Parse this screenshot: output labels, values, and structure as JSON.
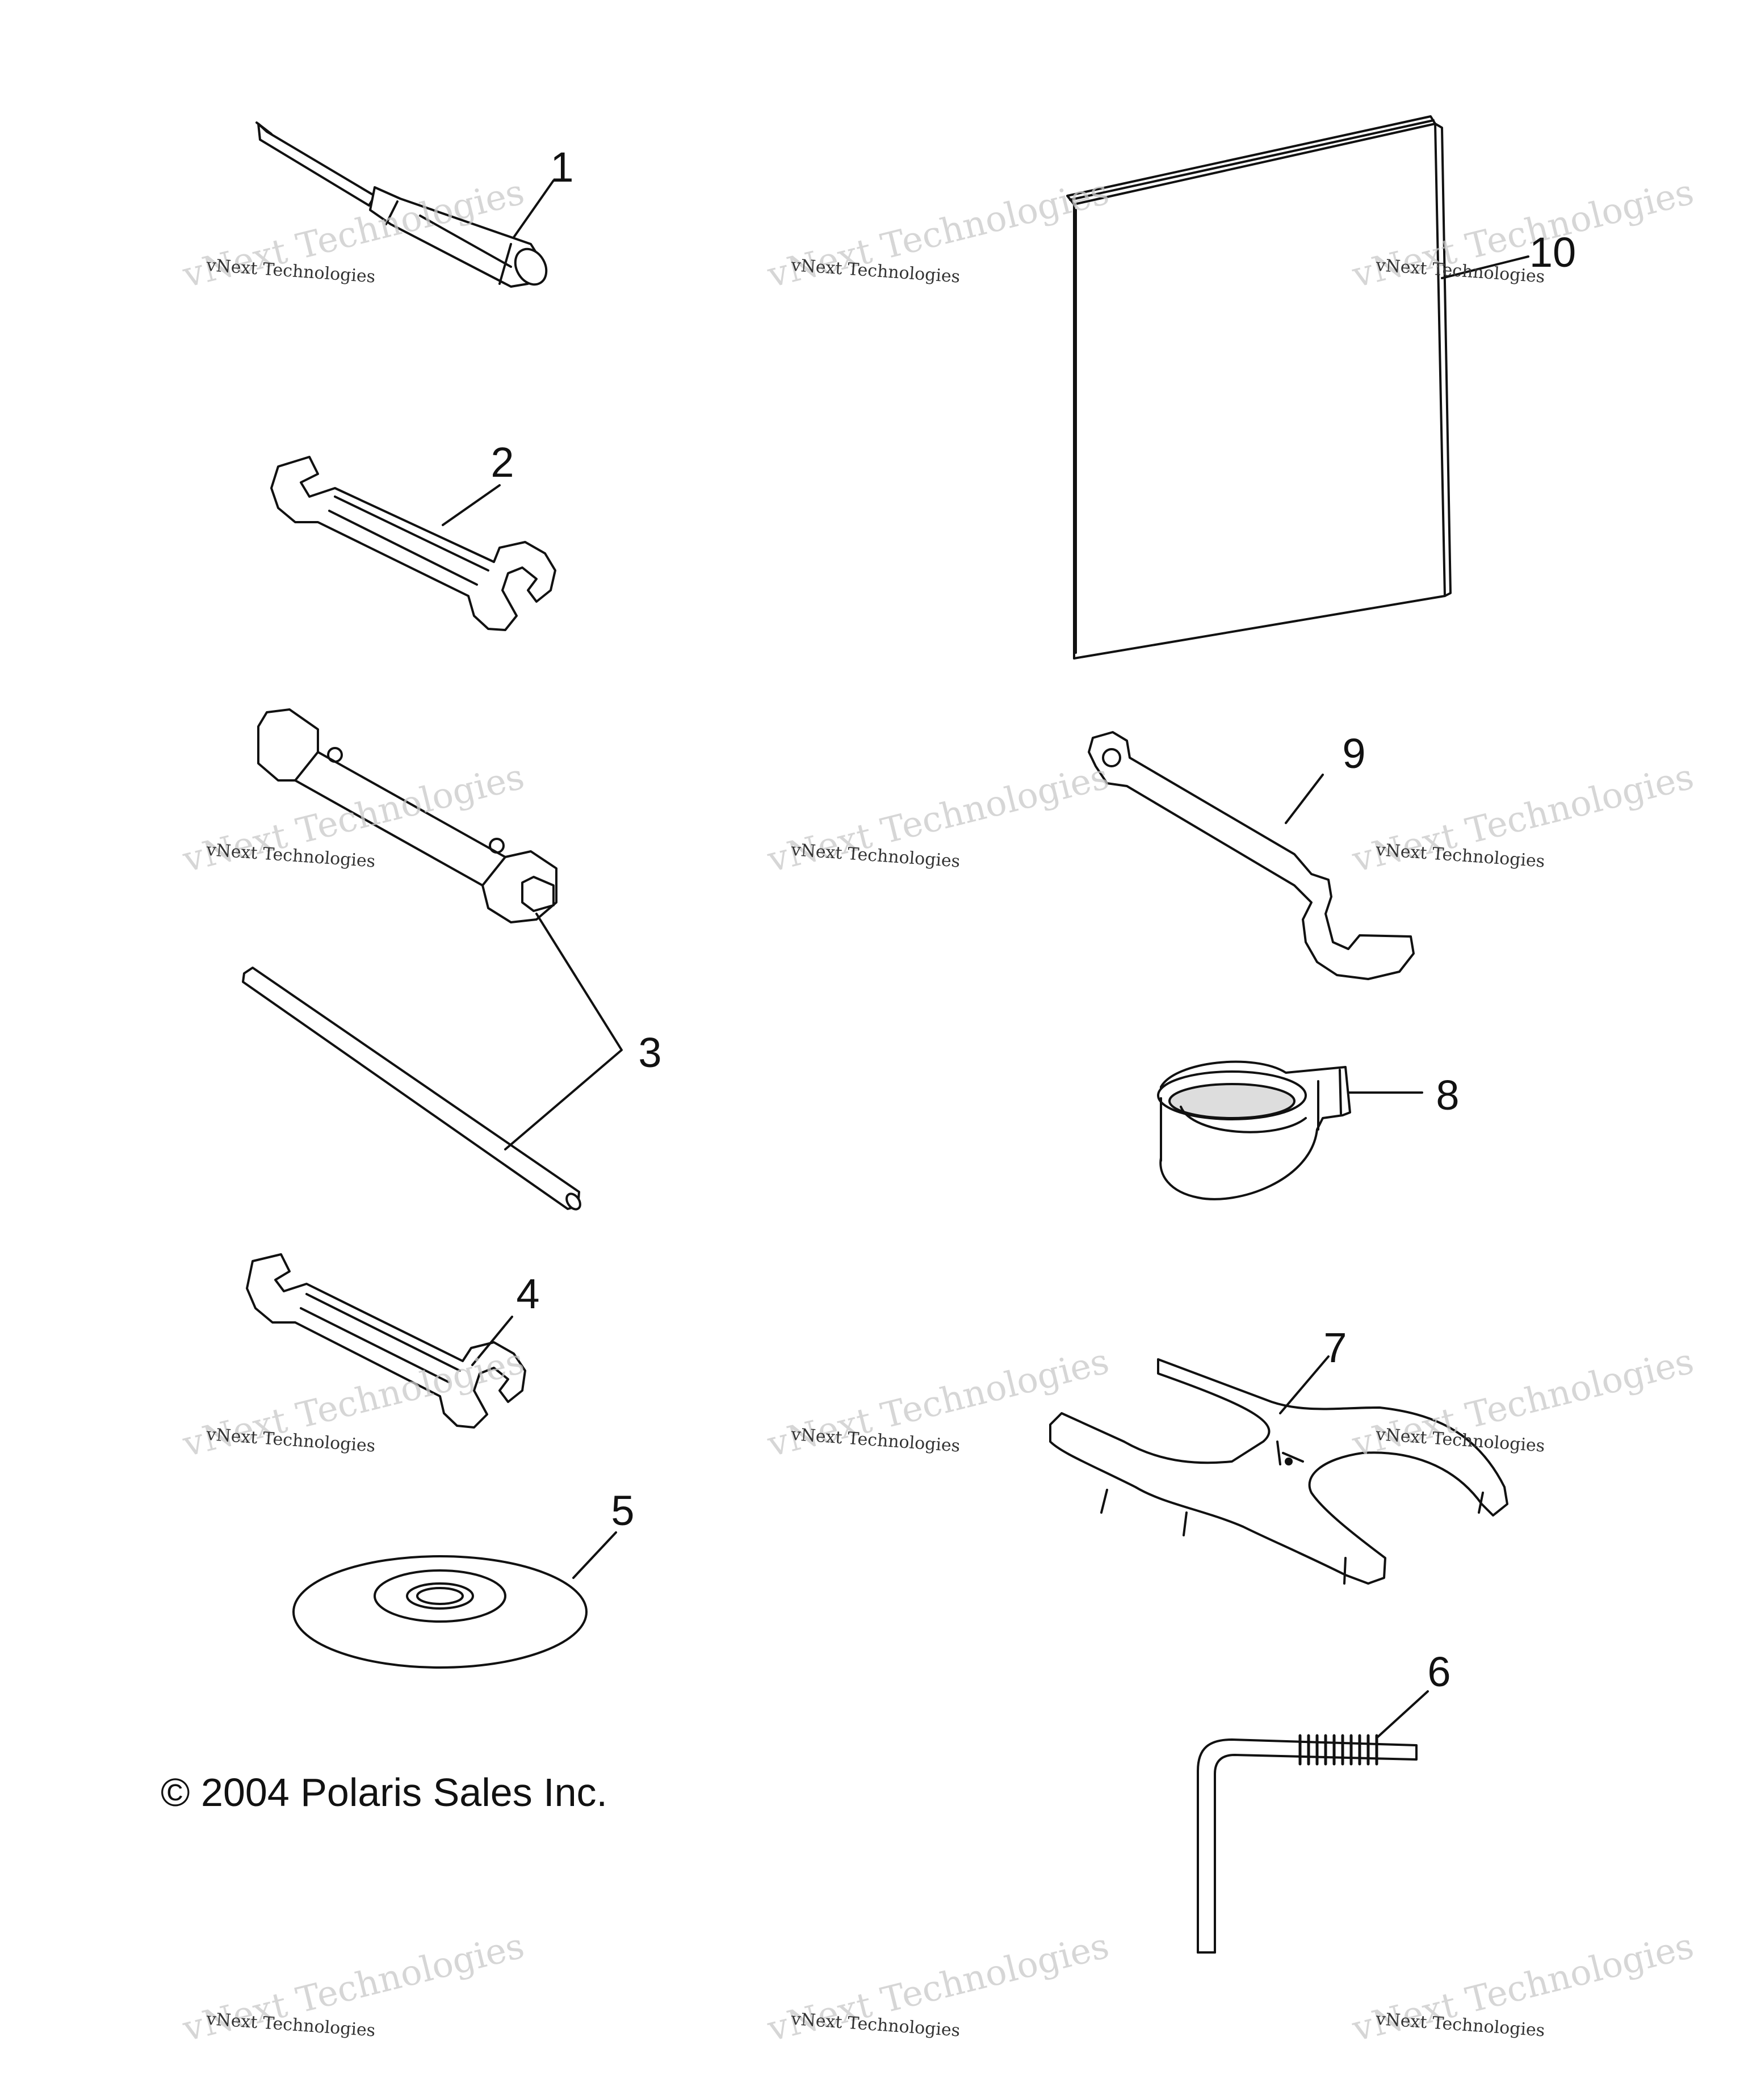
{
  "callouts": {
    "c1": "1",
    "c2": "2",
    "c3": "3",
    "c4": "4",
    "c5": "5",
    "c6": "6",
    "c7": "7",
    "c8": "8",
    "c9": "9",
    "c10": "10"
  },
  "copyright": "© 2004 Polaris Sales Inc.",
  "watermark": {
    "big_text": "vNext Technologies",
    "small_text": "vNext Technologies"
  },
  "colors": {
    "line": "#111111",
    "watermark": "#c9c9c9",
    "background": "#ffffff"
  }
}
